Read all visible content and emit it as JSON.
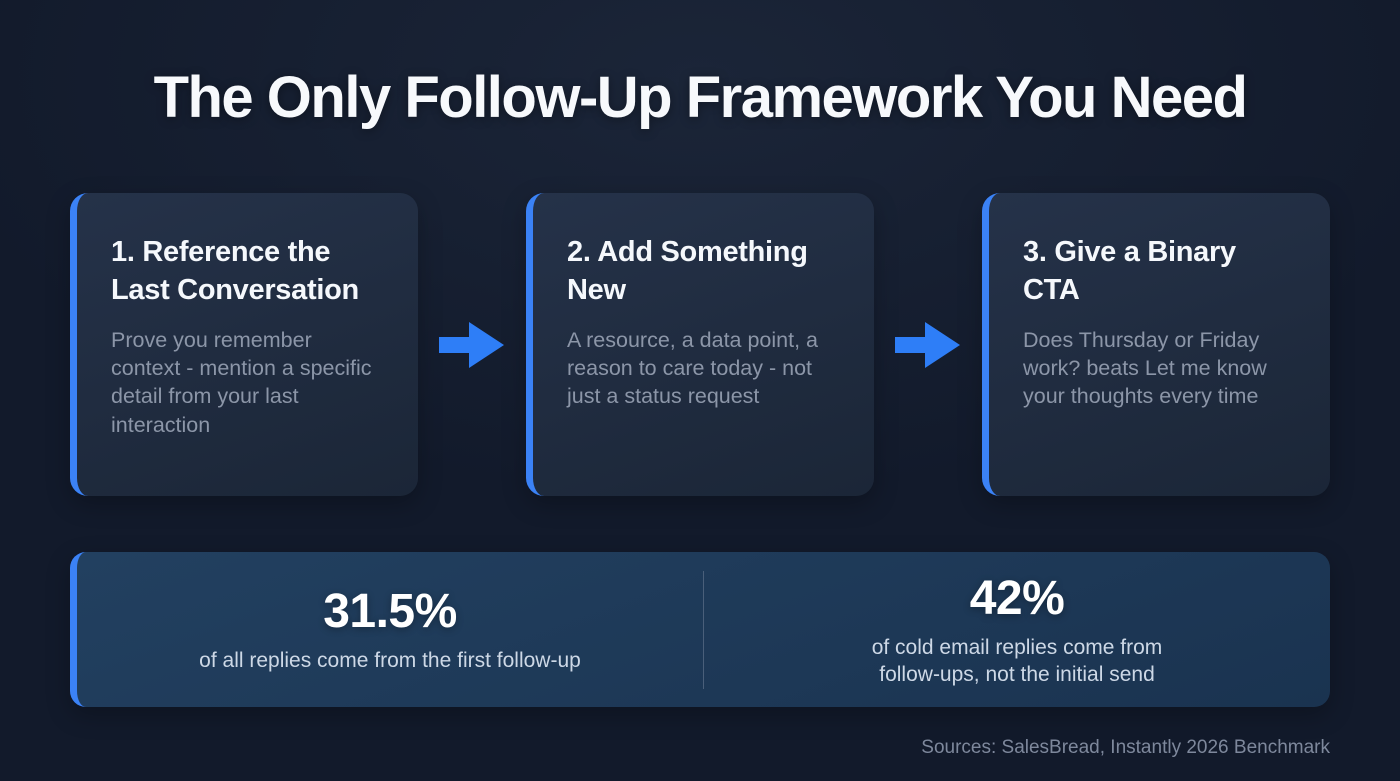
{
  "title": "The Only Follow-Up Framework You Need",
  "steps": [
    {
      "heading": "1. Reference the Last Conversation",
      "body": "Prove you remember context - mention a specific detail from your last interaction"
    },
    {
      "heading": "2. Add Something New",
      "body": "A resource, a data point, a reason to care today - not just a status request"
    },
    {
      "heading": "3. Give a Binary CTA",
      "body": "Does Thursday or Friday work? beats Let me know your thoughts every time"
    }
  ],
  "stats": [
    {
      "value": "31.5%",
      "label": "of all replies come from the first follow-up"
    },
    {
      "value": "42%",
      "label": "of cold email replies come from follow-ups, not the initial send"
    }
  ],
  "source": "Sources: SalesBread, Instantly 2026 Benchmark",
  "colors": {
    "background": "#121a2b",
    "card": "#1f2b40",
    "stats_bar": "#1d3a57",
    "accent": "#3b82f6",
    "heading_text": "#f5f8fc",
    "body_text": "#8c96a8"
  }
}
